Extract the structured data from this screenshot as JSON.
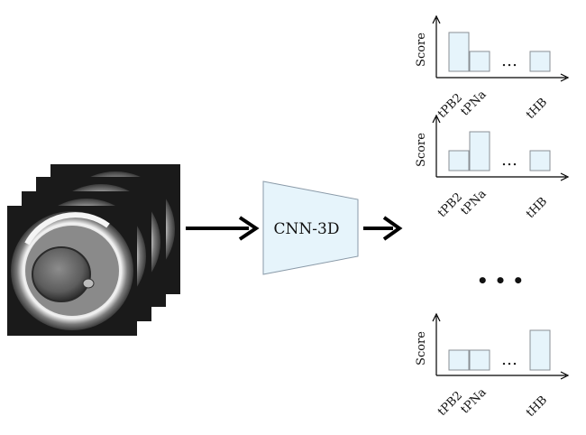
{
  "model": {
    "label": "CNN-3D"
  },
  "score_charts": [
    {
      "ylabel": "Score",
      "categories": [
        "tPB2",
        "tPNa",
        "tHB"
      ],
      "values": [
        1.0,
        0.5,
        0.5
      ]
    },
    {
      "ylabel": "Score",
      "categories": [
        "tPB2",
        "tPNa",
        "tHB"
      ],
      "values": [
        0.5,
        1.0,
        0.5
      ]
    },
    {
      "ylabel": "Score",
      "categories": [
        "tPB2",
        "tPNa",
        "tHB"
      ],
      "values": [
        0.5,
        0.5,
        1.0
      ]
    }
  ],
  "ellipsis_inline": "…",
  "ellipsis_vertical": "• • •",
  "colors": {
    "bar_fill": "#e6f4fb",
    "bar_stroke": "#8a8f94",
    "cnn_fill": "#e6f4fb",
    "cnn_stroke": "#8a9aa8",
    "arrow": "#000000"
  },
  "icons": [
    "embryo-frame-stack-image",
    "right-arrow-icon"
  ]
}
